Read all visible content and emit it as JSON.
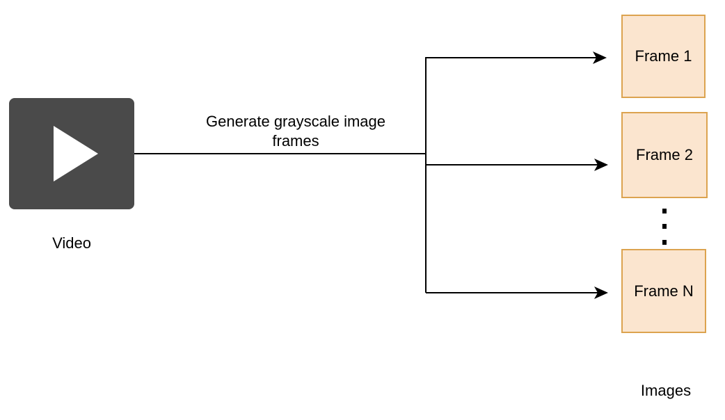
{
  "video": {
    "label": "Video",
    "icon": "play-icon",
    "box_color": "#4a4a4a"
  },
  "edge_label": "Generate grayscale image frames",
  "frames": [
    {
      "label": "Frame 1"
    },
    {
      "label": "Frame 2"
    },
    {
      "label": "Frame N"
    }
  ],
  "frames_group_label": "Images",
  "colors": {
    "frame_fill": "#fbe5cf",
    "frame_border": "#dca34f",
    "line": "#000000"
  }
}
